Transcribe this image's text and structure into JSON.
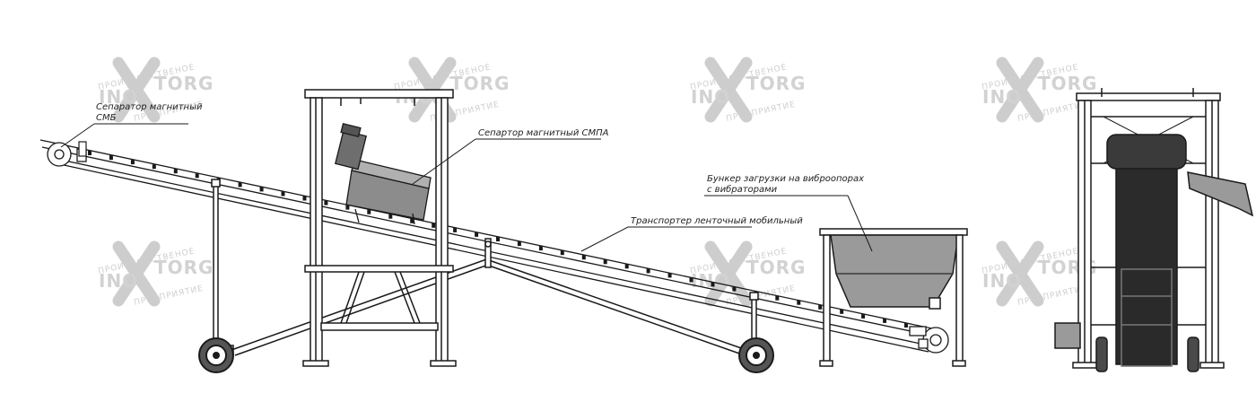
{
  "callouts": {
    "separator_smb_line1": "Сепаратор магнитный",
    "separator_smb_line2": "СМБ",
    "separator_smpa": "Сепартор магнитный СМПА",
    "hopper_line1": "Бункер загрузки на виброопорах",
    "hopper_line2": "с вибраторами",
    "conveyor": "Транспортер ленточный мобильный"
  },
  "watermark": {
    "top_text": "ПРОИЗВОДСТВЕНОЕ",
    "brand_left": "INO",
    "brand_right": "TORG",
    "bottom_text": "ПРЕДПРИЯТИЕ"
  },
  "colors": {
    "line": "#1a1a1a",
    "steel_fill": "#9a9a9a",
    "belt_fill": "#2a2a2a",
    "watermark": "#cccccc"
  }
}
